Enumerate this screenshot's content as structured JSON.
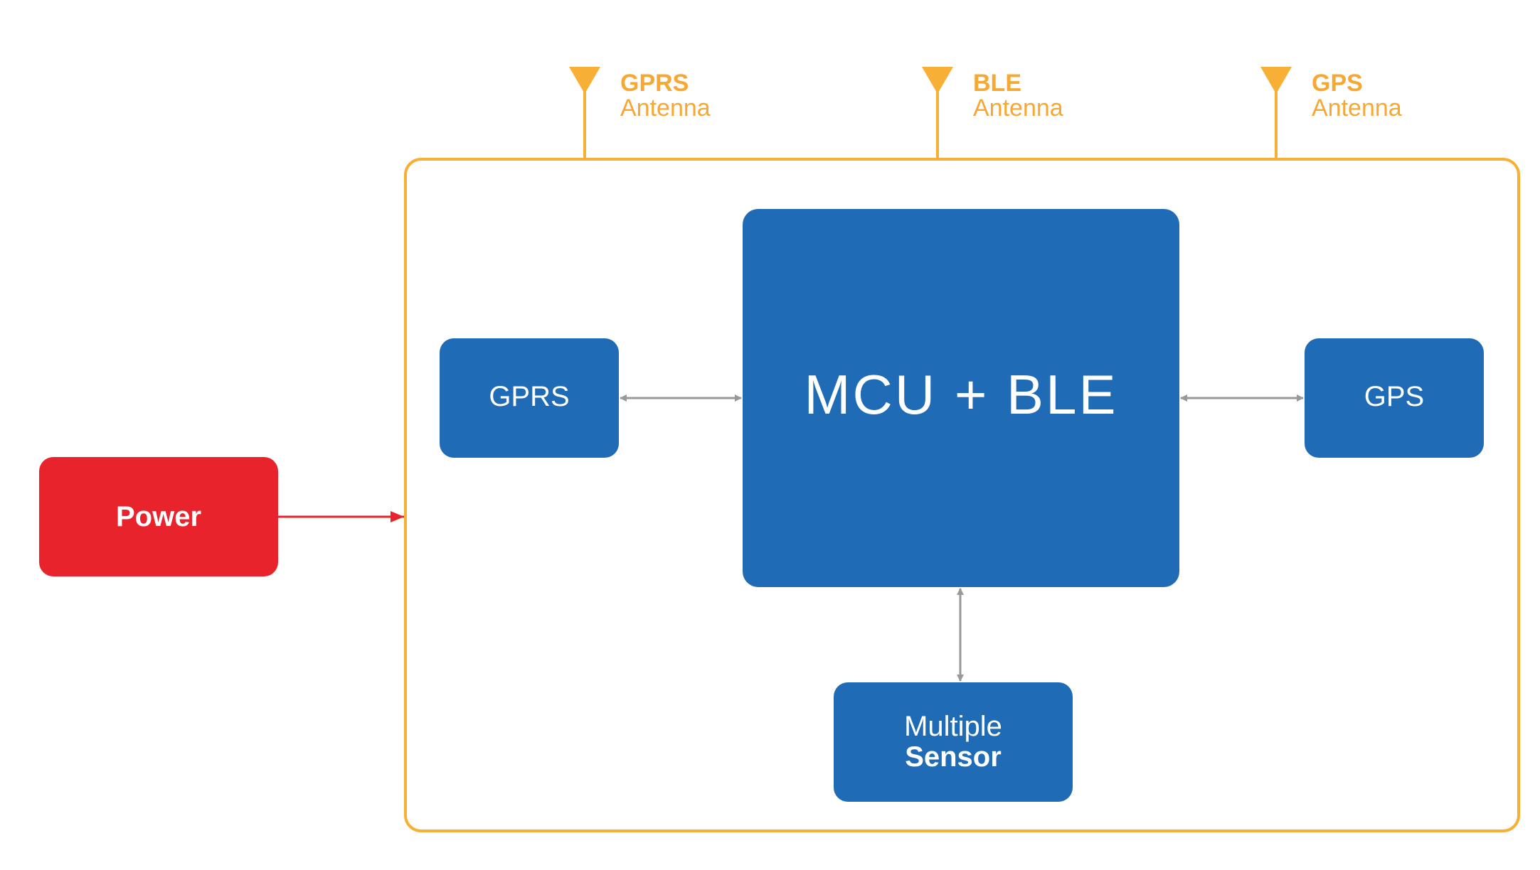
{
  "colors": {
    "enclosure_border": "#f7b035",
    "antenna": "#f7b035",
    "antenna_text": "#f7a833",
    "block_fill": "#1f6bb5",
    "power_fill": "#e8232b",
    "power_arrow": "#e8232b",
    "connector_arrow": "#999999",
    "block_text": "#ffffff"
  },
  "antennas": [
    {
      "name": "GPRS",
      "sub": "Antenna",
      "icon": "antenna-icon"
    },
    {
      "name": "BLE",
      "sub": "Antenna",
      "icon": "antenna-icon"
    },
    {
      "name": "GPS",
      "sub": "Antenna",
      "icon": "antenna-icon"
    }
  ],
  "blocks": {
    "mcu": "MCU + BLE",
    "gprs": "GPRS",
    "gps": "GPS",
    "sensor_line1": "Multiple",
    "sensor_line2": "Sensor",
    "power": "Power"
  },
  "connections": [
    {
      "from": "GPRS",
      "to": "MCU + BLE",
      "type": "bidirectional"
    },
    {
      "from": "MCU + BLE",
      "to": "GPS",
      "type": "bidirectional"
    },
    {
      "from": "MCU + BLE",
      "to": "Multiple Sensor",
      "type": "bidirectional"
    },
    {
      "from": "Power",
      "to": "enclosure",
      "type": "unidirectional"
    }
  ]
}
